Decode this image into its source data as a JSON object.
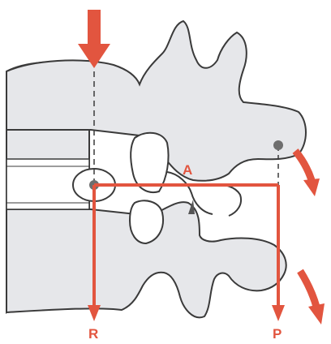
{
  "labels": {
    "a": "A",
    "r": "R",
    "p": "P"
  },
  "colors": {
    "arrow": "#e2553f",
    "bone_fill": "#e6e7ea",
    "outline": "#3a3a3a",
    "background": "#ffffff"
  }
}
